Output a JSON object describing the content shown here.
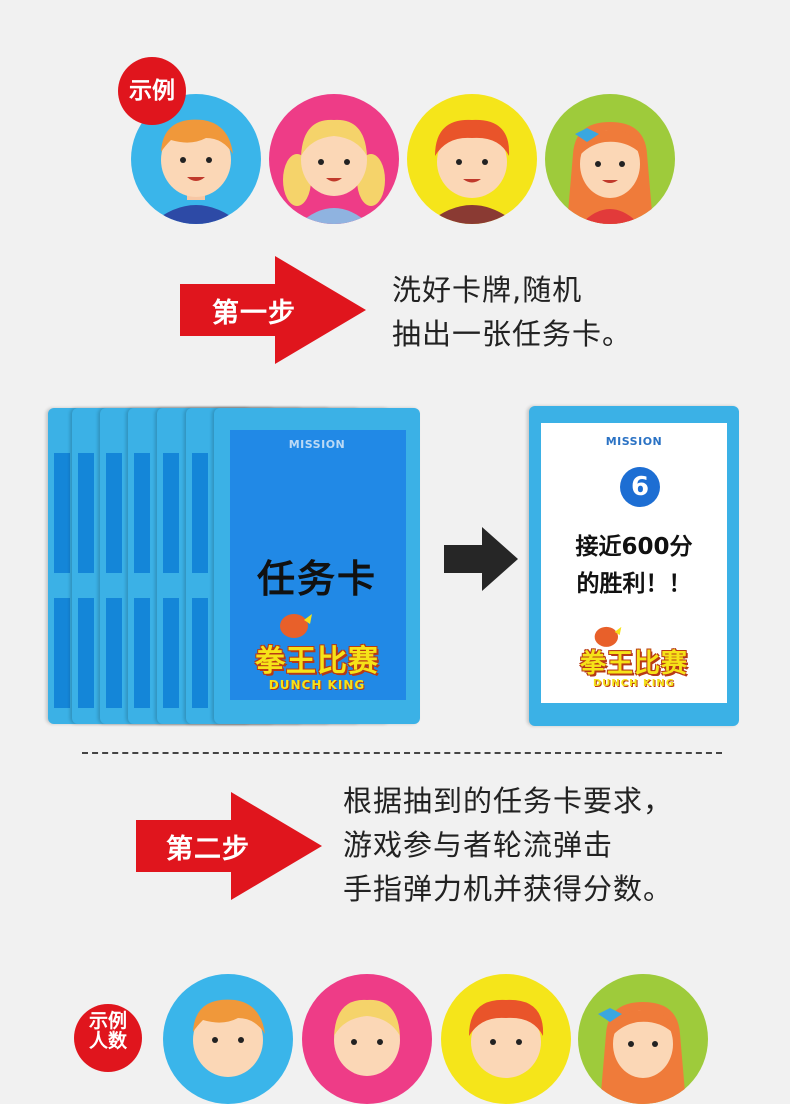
{
  "top_badge": "示例",
  "bottom_badge": [
    "示例",
    "人数"
  ],
  "step1": {
    "label": "第一步",
    "lines": [
      "洗好卡牌,随机",
      "抽出一张任务卡。"
    ]
  },
  "step2": {
    "label": "第二步",
    "lines": [
      "根据抽到的任务卡要求，",
      "游戏参与者轮流弹击",
      "手指弹力机并获得分数。"
    ]
  },
  "front_card": {
    "mission": "MISSION",
    "title": "任务卡",
    "logo_cn": "拳王比赛",
    "logo_en": "DUNCH KING"
  },
  "result_card": {
    "mission": "MISSION",
    "number": "6",
    "lines": [
      "接近600分",
      "的胜利！！"
    ],
    "logo_cn": "拳王比赛",
    "logo_en": "DUNCH KING"
  },
  "colors": {
    "red": "#e0151d",
    "card_blue": "#3bb1e6",
    "card_inner": "#2189e6",
    "avatar_bg": [
      "#3ab5ea",
      "#ee3c87",
      "#f5e51a",
      "#9ecb3b"
    ]
  },
  "icons": [
    "boy-avatar-icon",
    "girl-pigtails-avatar-icon",
    "red-hair-boy-avatar-icon",
    "bow-girl-avatar-icon"
  ]
}
